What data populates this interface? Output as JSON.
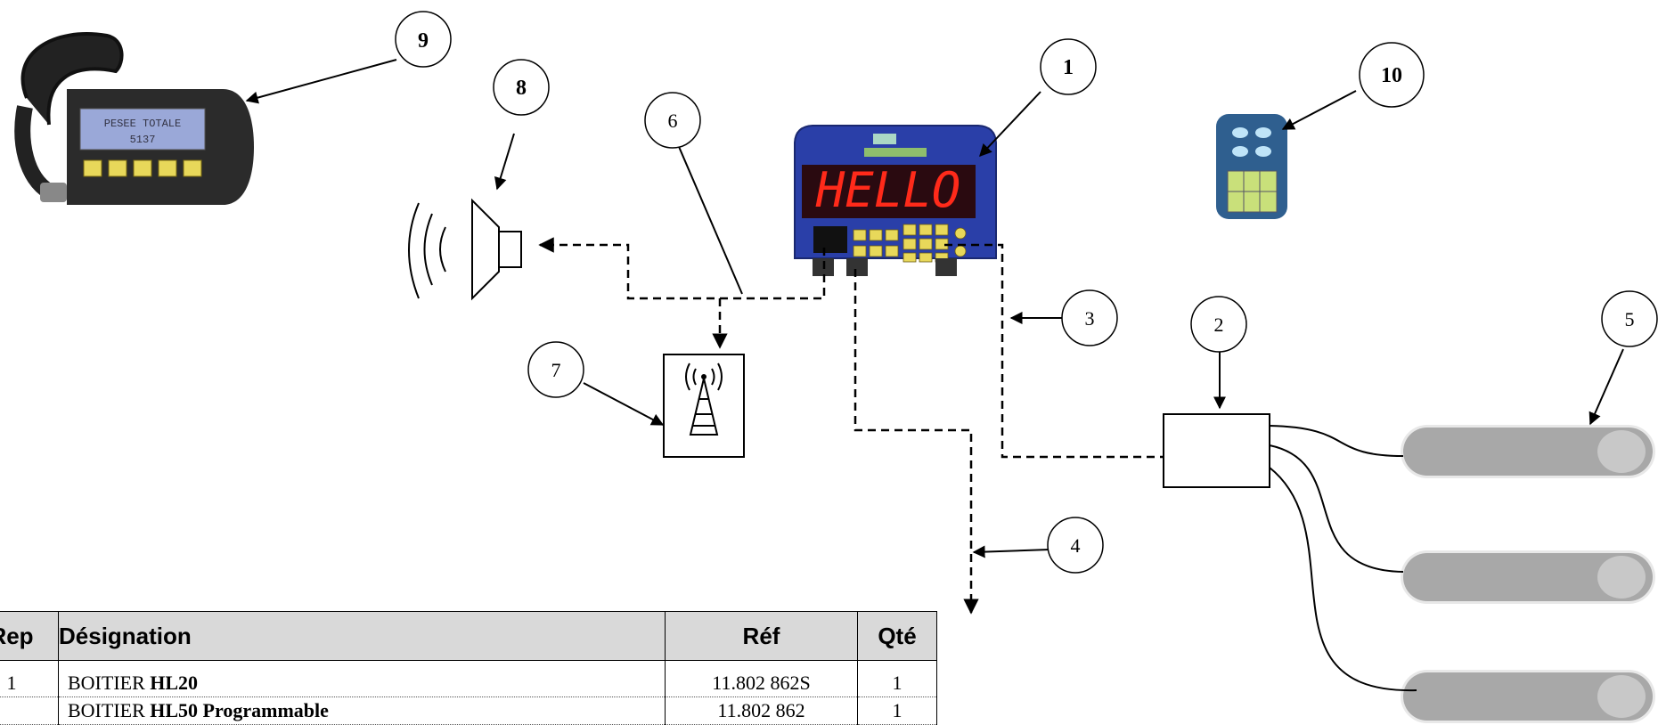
{
  "callouts": [
    {
      "id": "1",
      "label": "1",
      "bold": true
    },
    {
      "id": "2",
      "label": "2",
      "bold": false
    },
    {
      "id": "3",
      "label": "3",
      "bold": false
    },
    {
      "id": "4",
      "label": "4",
      "bold": false
    },
    {
      "id": "5",
      "label": "5",
      "bold": false
    },
    {
      "id": "6",
      "label": "6",
      "bold": false
    },
    {
      "id": "7",
      "label": "7",
      "bold": false
    },
    {
      "id": "8",
      "label": "8",
      "bold": true
    },
    {
      "id": "9",
      "label": "9",
      "bold": true
    },
    {
      "id": "10",
      "label": "10",
      "bold": true
    }
  ],
  "display_text": "HELLO",
  "device9_screen": [
    "PESEE TOTALE",
    "5137"
  ],
  "colors": {
    "device_blue": "#2a3fa8",
    "display_red": "#ff2a1a",
    "button_yellow": "#e8d85a",
    "remote_blue": "#2f5f8f",
    "sensor_gray": "#a8a8a8"
  },
  "table": {
    "headers": {
      "rep": "Rep",
      "designation": "Désignation",
      "ref": "Réf",
      "qte": "Qté"
    },
    "rows": [
      {
        "rep": "1",
        "des_plain": "BOITIER ",
        "des_bold": "HL20",
        "ref": "11.802 862S",
        "qte": "1"
      },
      {
        "rep": "",
        "des_plain": "BOITIER ",
        "des_bold": "HL50 Programmable",
        "ref": "11.802 862",
        "qte": "1"
      }
    ]
  }
}
